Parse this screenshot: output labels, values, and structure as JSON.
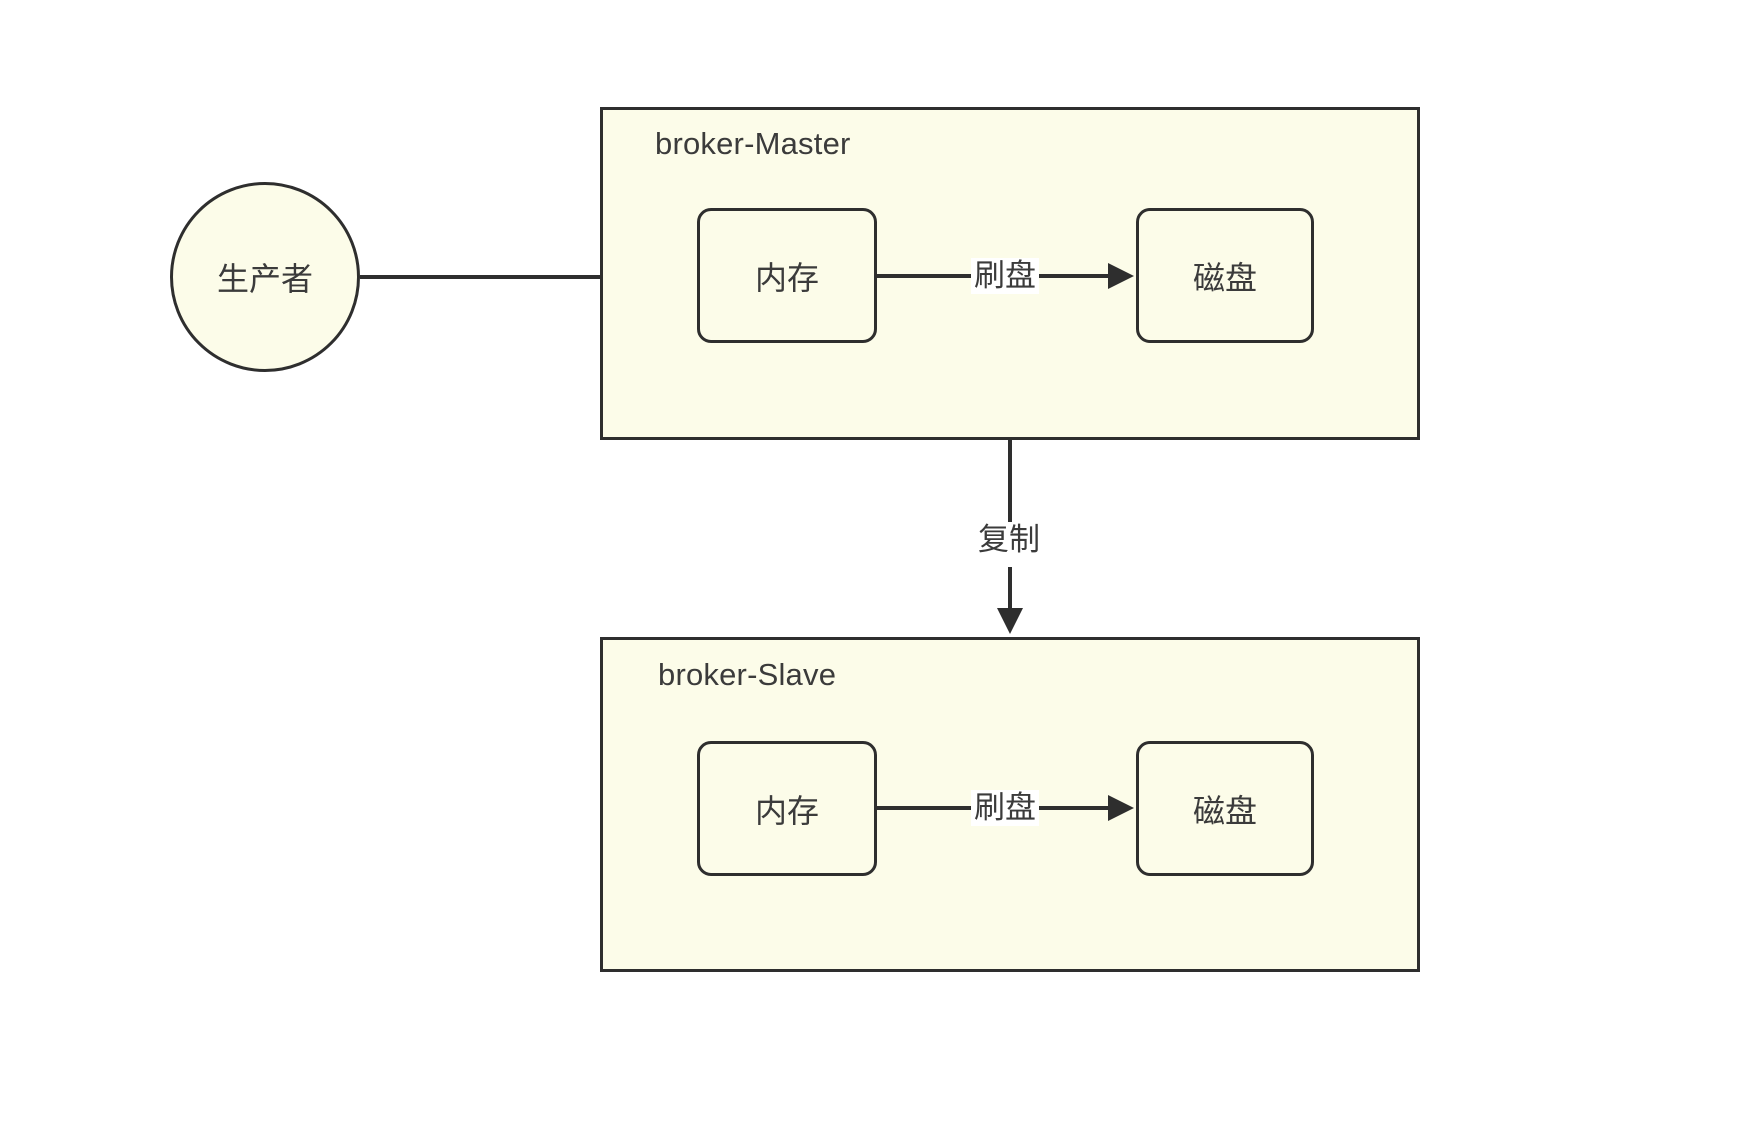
{
  "diagram": {
    "title": "broker master-slave replication",
    "background_color": "#ffffff",
    "node_fill_color": "#fcfce9",
    "stroke_color": "#2e2e2e",
    "text_color": "#3b3b3b"
  },
  "producer": {
    "label": "生产者"
  },
  "master": {
    "label": "broker-Master",
    "memory": {
      "label": "内存"
    },
    "disk": {
      "label": "磁盘"
    },
    "flush_edge": {
      "label": "刷盘"
    }
  },
  "slave": {
    "label": "broker-Slave",
    "memory": {
      "label": "内存"
    },
    "disk": {
      "label": "磁盘"
    },
    "flush_edge": {
      "label": "刷盘"
    }
  },
  "edges": {
    "producer_to_master_memory": {
      "label": ""
    },
    "master_to_slave": {
      "label": "复制"
    }
  }
}
